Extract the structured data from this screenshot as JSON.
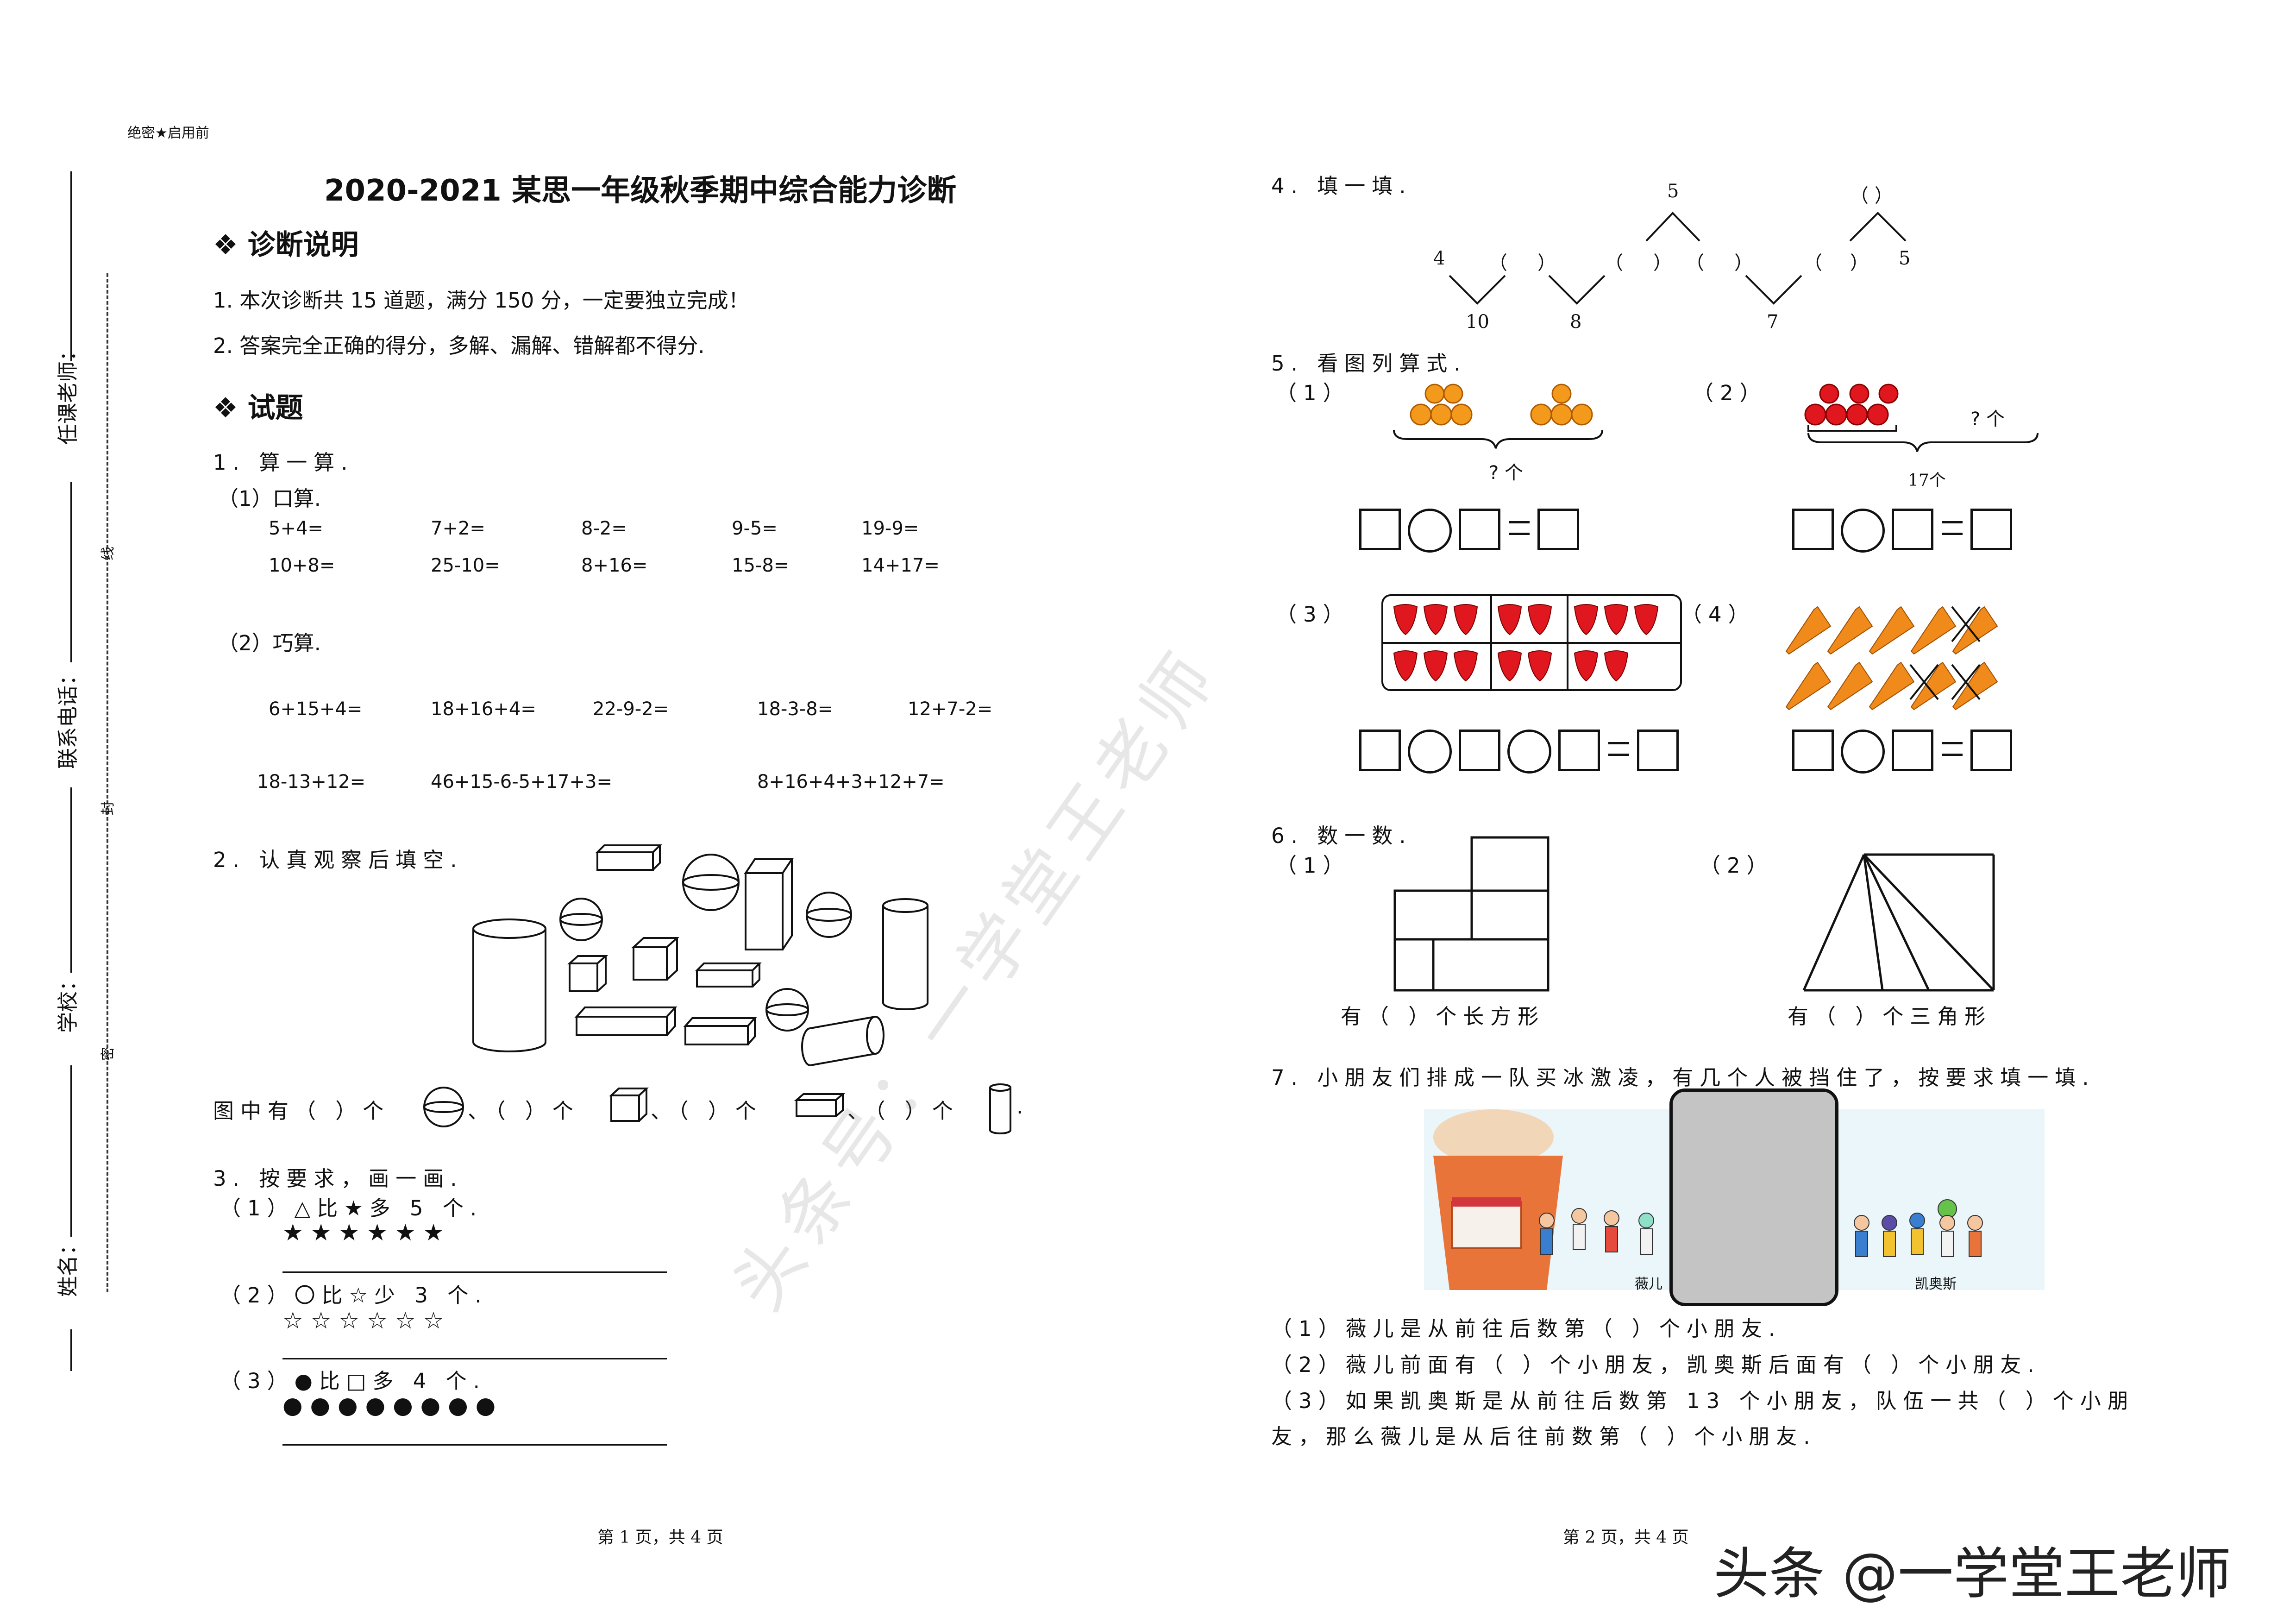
{
  "binding": {
    "teacher": "任课老师：",
    "phone": "联系电话：",
    "school": "学校：",
    "name": "姓名：",
    "mark_line": "线",
    "mark_seal": "封",
    "mark_secret": "密"
  },
  "page1": {
    "secret": "绝密★启用前",
    "title": "2020-2021 某思一年级秋季期中综合能力诊断",
    "sec_instructions": "❖  诊断说明",
    "instr1": "1.   本次诊断共 15 道题，满分 150 分，一定要独立完成！",
    "instr2": "2.   答案完全正确的得分，多解、漏解、错解都不得分.",
    "sec_questions": "❖  试题",
    "q1": "1.  算一算.",
    "q1_1": "（1）口算.",
    "oral_row1": [
      "5+4=",
      "7+2=",
      "8-2=",
      "9-5=",
      "19-9="
    ],
    "oral_row2": [
      "10+8=",
      "25-10=",
      "8+16=",
      "15-8=",
      "14+17="
    ],
    "q1_2": "（2）巧算.",
    "clever_row1": [
      "6+15+4=",
      "18+16+4=",
      "22-9-2=",
      "18-3-8=",
      "12+7-2="
    ],
    "clever_row2": [
      "18-13+12=",
      "46+15-6-5+17+3=",
      "8+16+4+3+12+7="
    ],
    "q2": "2.  认真观察后填空.",
    "q2_fill": [
      "图中有（    ）个",
      "、（    ）个",
      "、（    ）个",
      "、（    ）个",
      "."
    ],
    "q3": "3.  按要求，画一画.",
    "q3_1": "（1）△比★多 5 个.",
    "q3_1_row": "★  ★  ★  ★  ★  ★",
    "q3_2": "（2）〇比☆少 3 个.",
    "q3_2_row": "☆  ☆  ☆  ☆  ☆  ☆",
    "q3_3": "（3）●比□多 4 个.",
    "q3_3_row": "●  ●  ●  ●  ●  ●  ●  ●",
    "footer": "第 1 页，共 4 页"
  },
  "page2": {
    "q4": "4.  填一填.",
    "q4_numbers": [
      "5",
      "（  ）",
      "4",
      "（",
      "）",
      "（",
      "）",
      "（",
      "）",
      "（",
      "）",
      "（",
      "）",
      "5",
      "10",
      "8",
      "7"
    ],
    "q5": "5.  看图列算式.",
    "q5_labels": [
      "（1）",
      "（2）",
      "（3）",
      "（4）"
    ],
    "q5_1_q": "? 个",
    "q5_2_q": "? 个",
    "q5_2_total": "17个",
    "q6": "6.  数一数.",
    "q6_labels": [
      "（1）",
      "（2）"
    ],
    "q6_1_ans": "有（       ）个长方形",
    "q6_2_ans": "有（       ）个三角形",
    "q7": "7.  小朋友们排成一队买冰激凌，有几个人被挡住了，按要求填一填.",
    "q7_name1": "薇儿",
    "q7_name2": "凯奥斯",
    "q7_1": "（1）薇儿是从前往后数第（      ）个小朋友.",
    "q7_2": "（2）薇儿前面有（      ）个小朋友，凯奥斯后面有（      ）个小朋友.",
    "q7_3a": "（3）如果凯奥斯是从前往后数第 13 个小朋友，队伍一共（      ）个小朋",
    "q7_3b": "友，那么薇儿是从后往前数第（      ）个小朋友.",
    "footer": "第 2 页，共 4 页"
  },
  "watermark": "头条号：一学堂王老师",
  "brand": "头条 @一学堂王老师"
}
